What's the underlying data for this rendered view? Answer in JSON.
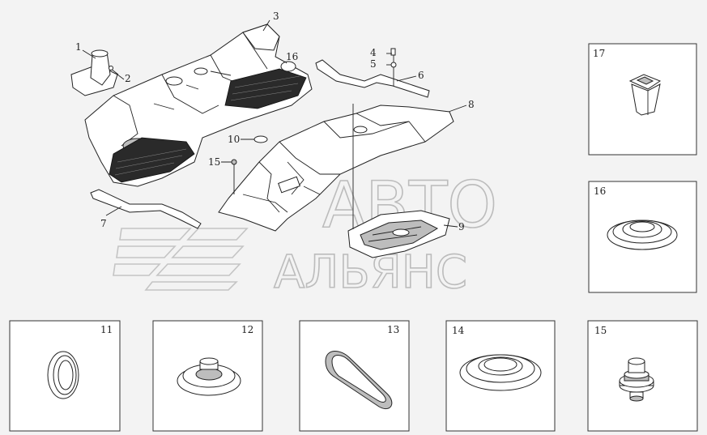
{
  "callouts": {
    "c1": "1",
    "c2": "2",
    "c3": "3",
    "c4": "4",
    "c5": "5",
    "c6": "6",
    "c7": "7",
    "c8": "8",
    "c9": "9",
    "c10": "10",
    "c15": "15",
    "c16": "16"
  },
  "detail_boxes": {
    "b17": "17",
    "b16": "16",
    "b11": "11",
    "b12": "12",
    "b13": "13",
    "b14": "14",
    "b15": "15"
  },
  "watermark": {
    "line1": "АВТО",
    "line2": "АЛЬЯНС"
  },
  "colors": {
    "background": "#f3f3f3",
    "line": "#222222",
    "watermark": "#bcbcbc"
  }
}
